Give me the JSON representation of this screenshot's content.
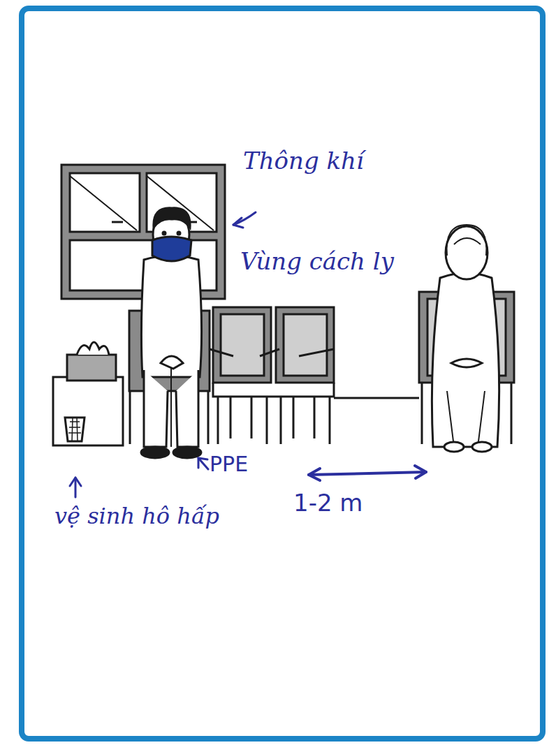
{
  "diagram": {
    "labels": [
      "Thông khí",
      "Vùng cách ly",
      "PPE",
      "1-2 m",
      "vệ sinh hô hấp"
    ]
  }
}
